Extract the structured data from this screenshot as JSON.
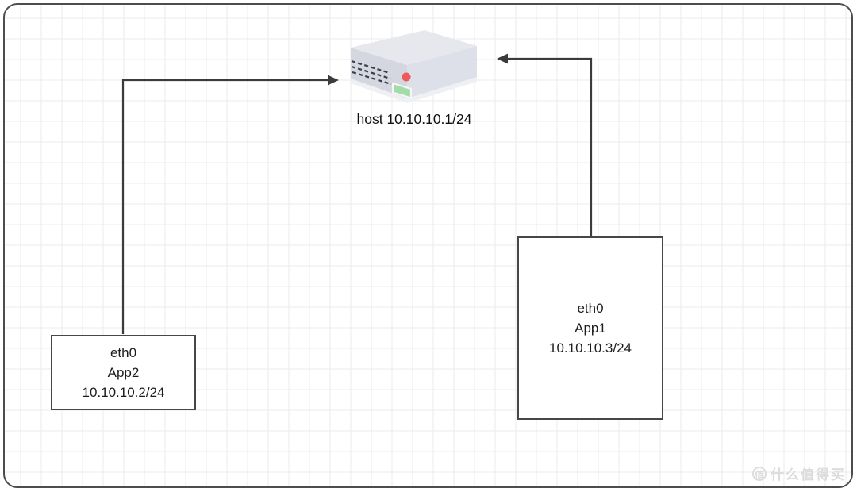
{
  "page": {
    "type": "network-topology-diagram"
  },
  "canvas": {
    "background": "#ffffff",
    "grid_color": "#ebebeb",
    "border_color": "#4d4d4d"
  },
  "diagram": {
    "line_color": "#3b3b3b",
    "host": {
      "label": "host 10.10.10.1/24",
      "icon": "isometric-server-icon",
      "icon_colors": {
        "top": "#e7e8ee",
        "left": "#d4d6e0",
        "right": "#dde0e8",
        "base": "#eef0f4",
        "vents": "#3a3f4b",
        "screen": "#a3dbab",
        "screen_border": "#f5f7f5",
        "led": "#ee5a5a"
      }
    },
    "nodes": [
      {
        "id": "app2",
        "lines": [
          "eth0",
          "App2",
          "10.10.10.2/24"
        ]
      },
      {
        "id": "app1",
        "lines": [
          "eth0",
          "App1",
          "10.10.10.3/24"
        ]
      }
    ],
    "connections": [
      {
        "from": "app2",
        "to": "host",
        "style": "elbow-arrow"
      },
      {
        "from": "app1",
        "to": "host",
        "style": "elbow-arrow"
      }
    ]
  },
  "watermark": {
    "logo_char": "值",
    "text": "什么值得买",
    "color": "#dcdcdc"
  }
}
